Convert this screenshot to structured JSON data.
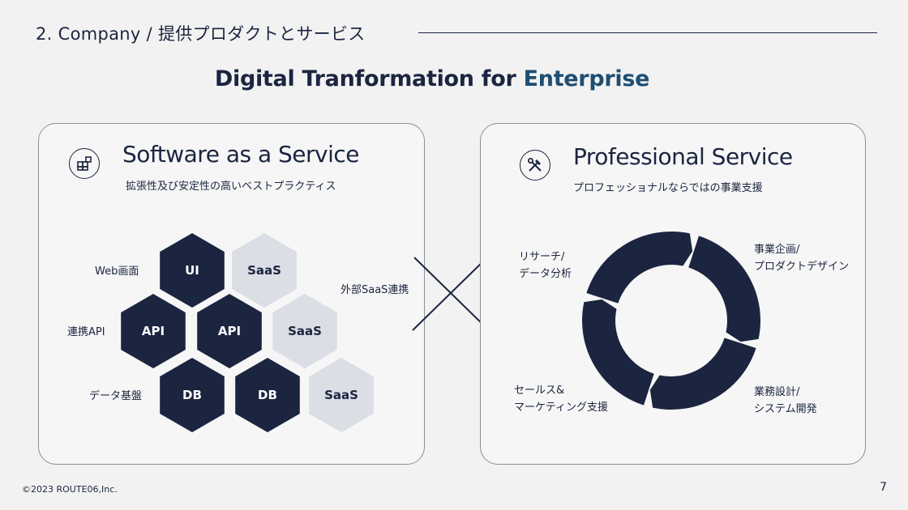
{
  "header": {
    "section_title": "2. Company / 提供プロダクトとサービス"
  },
  "main_title": {
    "part1": "Digital Tranformation for ",
    "accent": "Enterprise"
  },
  "saas_panel": {
    "icon": "grid-blocks-icon",
    "title": "Software as a Service",
    "subtitle": "拡張性及び安定性の高いベストプラクティス",
    "row_labels": [
      "Web画面",
      "連携API",
      "データ基盤"
    ],
    "external_label": "外部SaaS連携",
    "hexagons": [
      {
        "label": "UI",
        "style": "dark"
      },
      {
        "label": "SaaS",
        "style": "light"
      },
      {
        "label": "API",
        "style": "dark"
      },
      {
        "label": "API",
        "style": "dark"
      },
      {
        "label": "SaaS",
        "style": "light"
      },
      {
        "label": "DB",
        "style": "dark"
      },
      {
        "label": "DB",
        "style": "dark"
      },
      {
        "label": "SaaS",
        "style": "light"
      }
    ]
  },
  "service_panel": {
    "icon": "tools-icon",
    "title": "Professional Service",
    "subtitle": "プロフェッショナルならではの事業支援",
    "cycle_labels": {
      "top_left": [
        "リサーチ/",
        "データ分析"
      ],
      "top_right": [
        "事業企画/",
        "プロダクトデザイン"
      ],
      "bottom_right": [
        "業務設計/",
        "システム開発"
      ],
      "bottom_left": [
        "セールス&",
        "マーケティング支援"
      ]
    }
  },
  "colors": {
    "navy": "#1b2540",
    "accent_blue": "#1f4e72",
    "hex_light": "#dcdee6"
  },
  "footer": {
    "copyright": "©2023 ROUTE06,Inc.",
    "page_number": "7"
  }
}
